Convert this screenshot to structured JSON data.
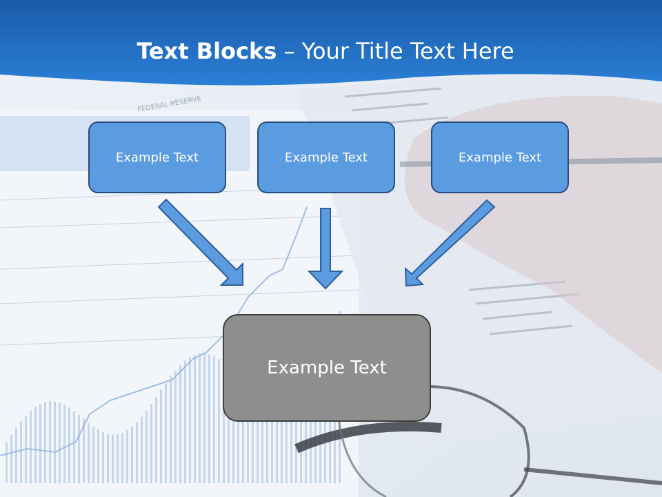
{
  "slide": {
    "title_bold": "Text Blocks",
    "title_rest": " – Your Title Text Here"
  },
  "blocks": {
    "left": "Example Text",
    "middle": "Example Text",
    "right": "Example Text",
    "center": "Example Text"
  },
  "background": {
    "label": "FEDERAL RESERVE"
  },
  "colors": {
    "header": "#1f6fc4",
    "box_fill": "#5b9be0",
    "box_border": "#264d80",
    "center_fill": "#8e8e8e",
    "arrow_fill": "#5b9be0"
  }
}
